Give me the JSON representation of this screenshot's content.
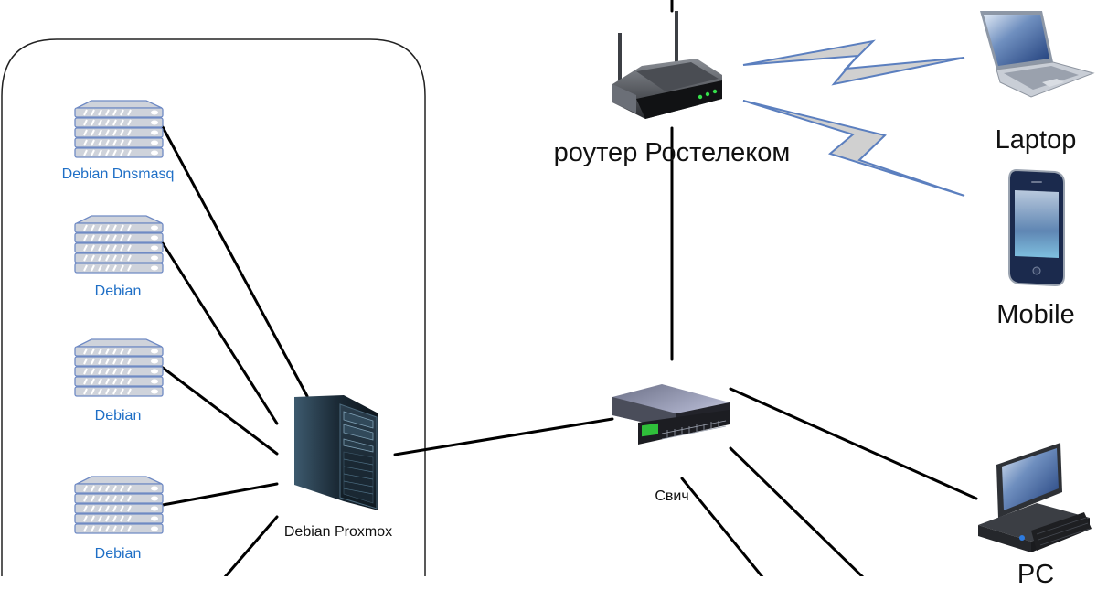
{
  "diagram": {
    "type": "network-topology",
    "group": {
      "name": "proxmox-host-group",
      "nodes": [
        {
          "id": "vm-dnsmasq",
          "label": "Debian Dnsmasq",
          "icon": "rack-server-icon"
        },
        {
          "id": "vm-2",
          "label": "Debian",
          "icon": "rack-server-icon"
        },
        {
          "id": "vm-3",
          "label": "Debian",
          "icon": "rack-server-icon"
        },
        {
          "id": "vm-4",
          "label": "Debian",
          "icon": "rack-server-icon"
        }
      ]
    },
    "nodes": {
      "proxmox": {
        "label": "Debian Proxmox",
        "icon": "tower-server-icon"
      },
      "switch": {
        "label": "Свич",
        "icon": "network-switch-icon"
      },
      "router": {
        "label": "роутер Ростелеком",
        "icon": "wireless-router-icon"
      },
      "laptop": {
        "label": "Laptop",
        "icon": "laptop-icon"
      },
      "mobile": {
        "label": "Mobile",
        "icon": "smartphone-icon"
      },
      "pc": {
        "label": "PC",
        "icon": "desktop-pc-icon"
      }
    },
    "links": [
      {
        "from": "vm-dnsmasq",
        "to": "proxmox",
        "kind": "wired"
      },
      {
        "from": "vm-2",
        "to": "proxmox",
        "kind": "wired"
      },
      {
        "from": "vm-3",
        "to": "proxmox",
        "kind": "wired"
      },
      {
        "from": "vm-4",
        "to": "proxmox",
        "kind": "wired"
      },
      {
        "from": "proxmox",
        "to": "switch",
        "kind": "wired"
      },
      {
        "from": "switch",
        "to": "router",
        "kind": "wired"
      },
      {
        "from": "router",
        "to": "laptop",
        "kind": "wireless"
      },
      {
        "from": "router",
        "to": "mobile",
        "kind": "wireless"
      },
      {
        "from": "switch",
        "to": "pc",
        "kind": "wired"
      }
    ],
    "colors": {
      "vm_label": "#1f6fc6",
      "link": "#000000",
      "wireless_fill": "#d0d0d0",
      "wireless_stroke": "#5b7fbf",
      "server_fill": "#cfd3db",
      "server_stroke": "#6f8ac4"
    }
  }
}
